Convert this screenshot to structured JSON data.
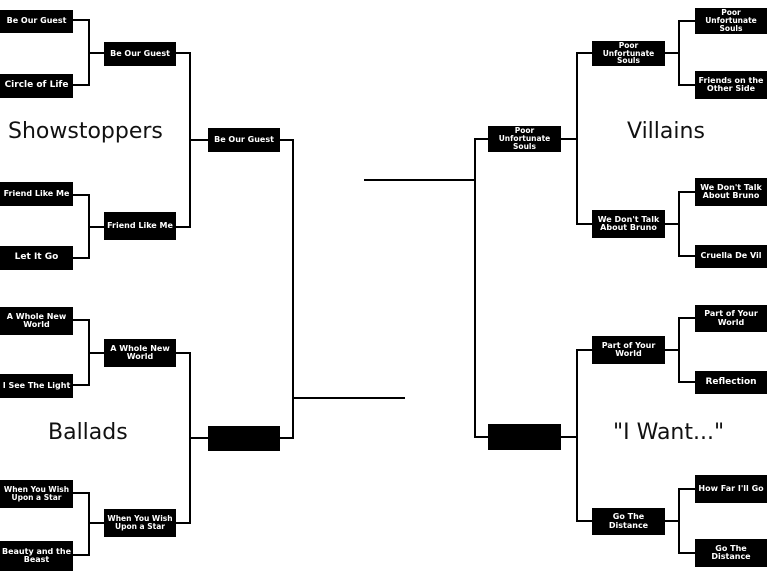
{
  "regions": {
    "showstoppers": "Showstoppers",
    "ballads": "Ballads",
    "villains": "Villains",
    "i_want": "\"I Want...\""
  },
  "left": {
    "round1": [
      "Be Our Guest",
      "Circle of Life",
      "Friend Like Me",
      "Let It Go",
      "A Whole New World",
      "I See The Light",
      "When You Wish Upon a Star",
      "Beauty and the Beast"
    ],
    "round2": [
      "Be Our Guest",
      "Friend Like Me",
      "A Whole New World",
      "When You Wish Upon a Star"
    ],
    "round3": [
      "Be Our Guest",
      ""
    ]
  },
  "right": {
    "round1": [
      "Poor Unfortunate Souls",
      "Friends on the Other Side",
      "We Don't Talk About Bruno",
      "Cruella De Vil",
      "Part of Your World",
      "Reflection",
      "How Far I'll Go",
      "Go The Distance"
    ],
    "round2": [
      "Poor Unfortunate Souls",
      "We Don't Talk About Bruno",
      "Part of Your World",
      "Go The Distance"
    ],
    "round3": [
      "Poor Unfortunate Souls",
      ""
    ]
  }
}
